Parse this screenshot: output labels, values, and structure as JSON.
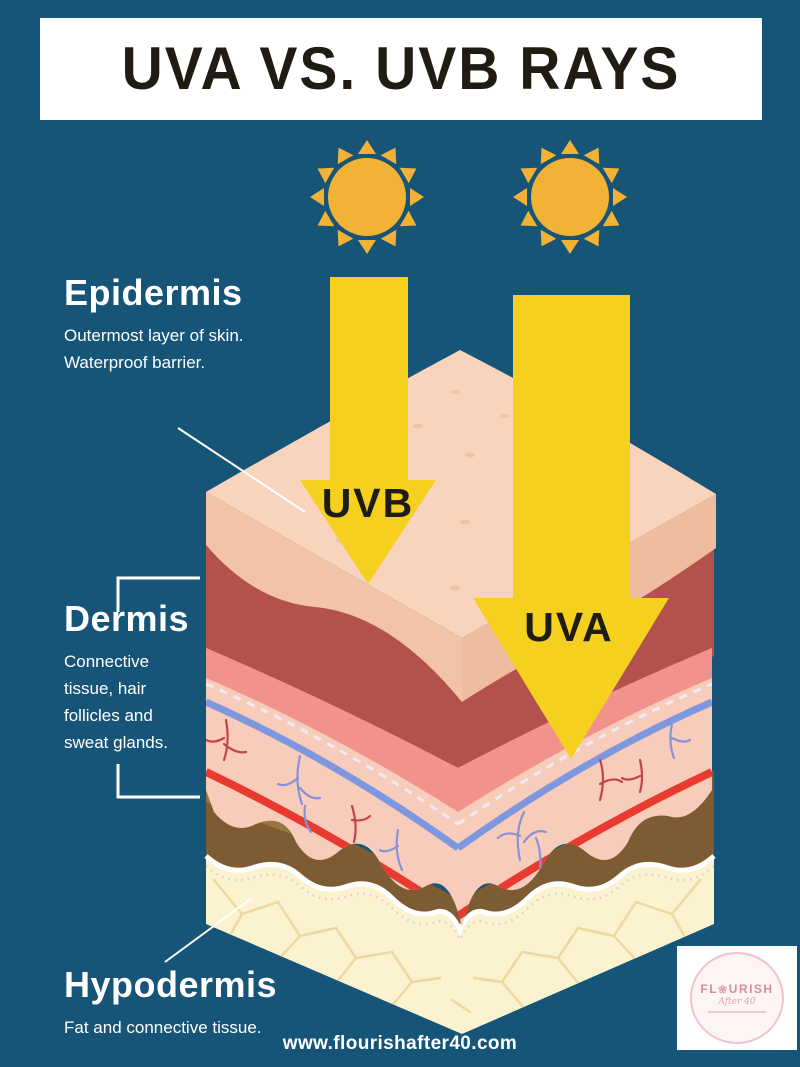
{
  "title": {
    "text": "UVA VS. UVB RAYS"
  },
  "sections": {
    "epidermis": {
      "heading": "Epidermis",
      "lines": [
        "Outermost layer of skin.",
        "Waterproof barrier."
      ]
    },
    "dermis": {
      "heading": "Dermis",
      "lines": [
        "Connective",
        "tissue, hair",
        "follicles and",
        "sweat glands."
      ]
    },
    "hypodermis": {
      "heading": "Hypodermis",
      "lines": [
        "Fat and connective tissue."
      ]
    }
  },
  "rays": {
    "uvb_label": "UVB",
    "uva_label": "UVA"
  },
  "footer": {
    "website": "www.flourishafter40.com"
  },
  "logo": {
    "brand_left": "FL",
    "brand_flower": "❀",
    "brand_right": "URISH",
    "script": "After 40"
  },
  "colors": {
    "background": "#165577",
    "banner": "#ffffff",
    "title_text": "#201c13",
    "sun": "#f1b235",
    "arrow": "#f5d01f",
    "arrow_label": "#1f1c14",
    "text": "#ffffff",
    "epidermis_top": "#f9d4bc",
    "epidermis_side": "#f3c3a7",
    "dermis_dark": "#b3524c",
    "dermis_salmon": "#f2928c",
    "dermis_light": "#f7ccbb",
    "vessel_blue": "#7e97de",
    "vessel_red": "#e93a30",
    "fat_brown": "#7d5c33",
    "hypodermis_fat": "#fbf2d0",
    "shadow": "#87a6bc",
    "logo_pink": "#d28e9b"
  }
}
